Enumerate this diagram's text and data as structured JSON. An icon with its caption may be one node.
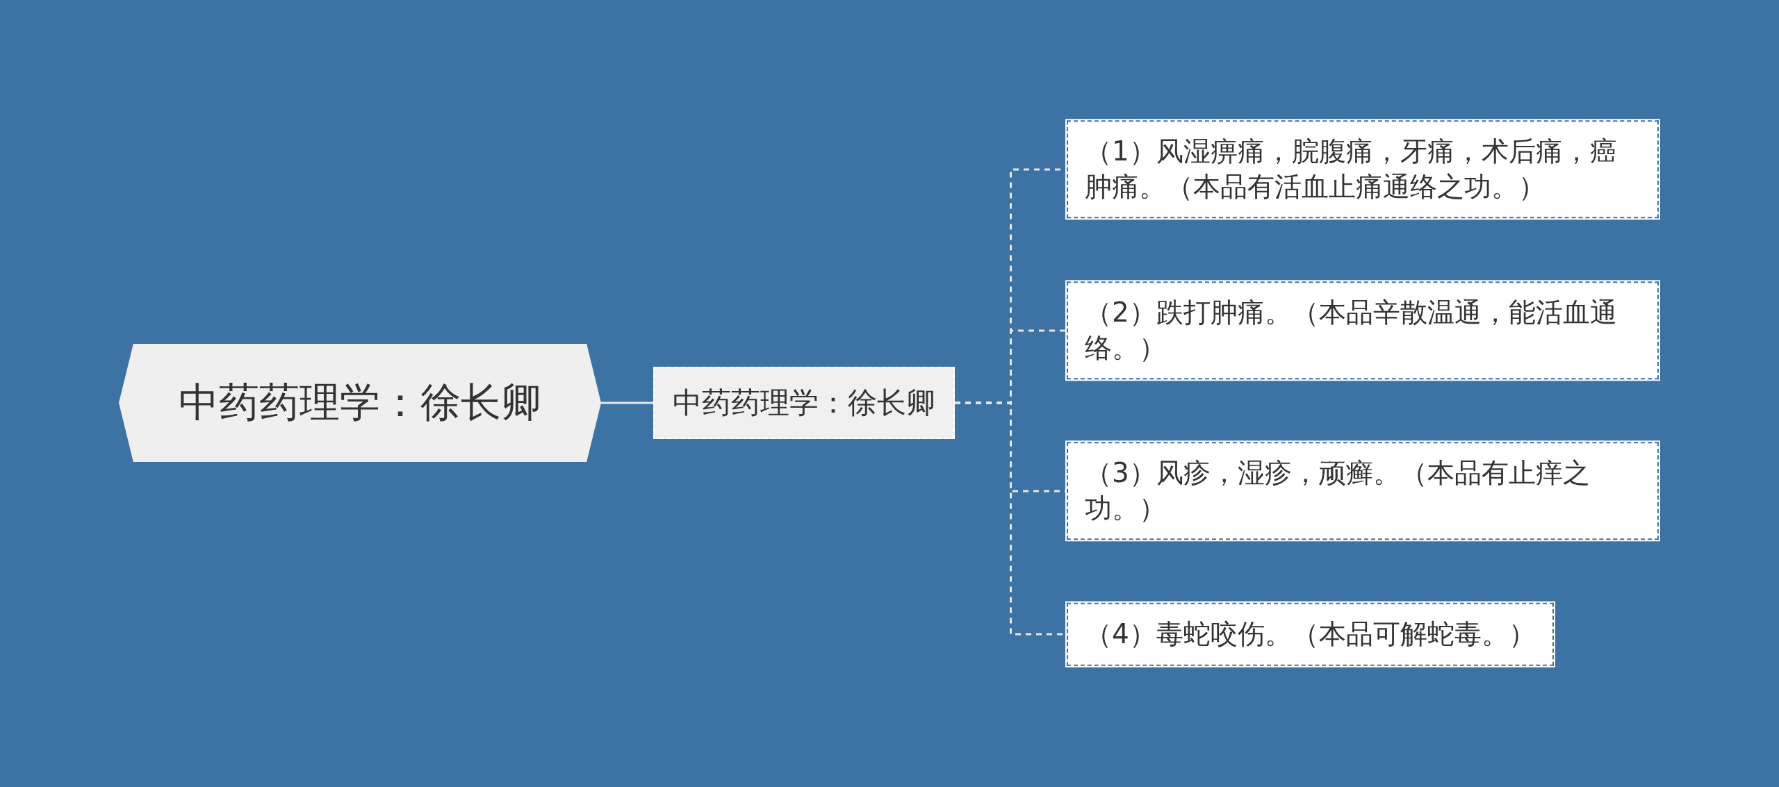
{
  "diagram": {
    "nodes": [
      {
        "text": [
          "中药药理学：徐长卿"
        ]
      },
      {
        "text": [
          "中药药理学：徐长卿"
        ]
      },
      {
        "text": [
          "（1）风湿痹痛，脘腹痛，牙痛，术后痛，癌肿痛。（本品有活血止痛通络之功。）"
        ]
      },
      {
        "text": [
          "（2）跌打肿痛。（本品辛散温通，能活血通络。）"
        ]
      },
      {
        "text": [
          "（3）风疹，湿疹，顽癣。（本品有止痒之功。）"
        ]
      },
      {
        "text": [
          "（4）毒蛇咬伤。（本品可解蛇毒。）"
        ]
      }
    ],
    "edges": [
      {
        "from": 0,
        "to": 1,
        "arrow": "none"
      },
      {
        "from": 1,
        "to": 2,
        "arrow": "none",
        "style": "dashed"
      },
      {
        "from": 1,
        "to": 3,
        "arrow": "none",
        "style": "dashed"
      },
      {
        "from": 1,
        "to": 4,
        "arrow": "none",
        "style": "dashed"
      },
      {
        "from": 1,
        "to": 5,
        "arrow": "none",
        "style": "dashed"
      }
    ]
  }
}
